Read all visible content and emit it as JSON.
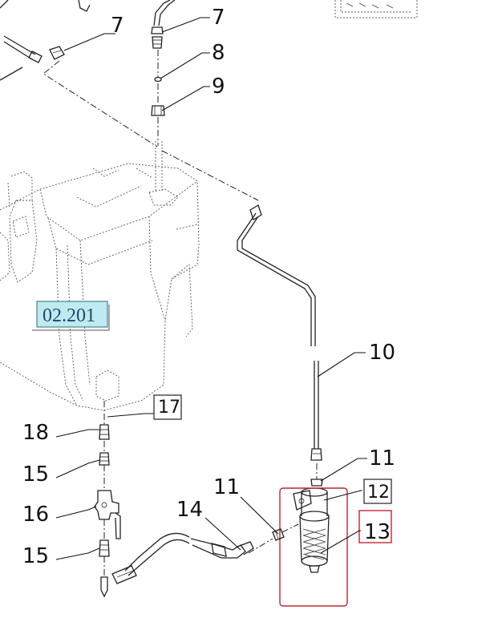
{
  "diagram": {
    "reference_label": "02.201",
    "callouts": {
      "c7_left": "7",
      "c7_right": "7",
      "c8": "8",
      "c9": "9",
      "c10": "10",
      "c11_right": "11",
      "c11_center": "11",
      "c12": "12",
      "c13": "13",
      "c14": "14",
      "c15_top": "15",
      "c15_bottom": "15",
      "c16": "16",
      "c17": "17",
      "c18": "18"
    },
    "colors": {
      "reference_fill": "#bfeaf0",
      "highlight": "#c0272d"
    }
  }
}
